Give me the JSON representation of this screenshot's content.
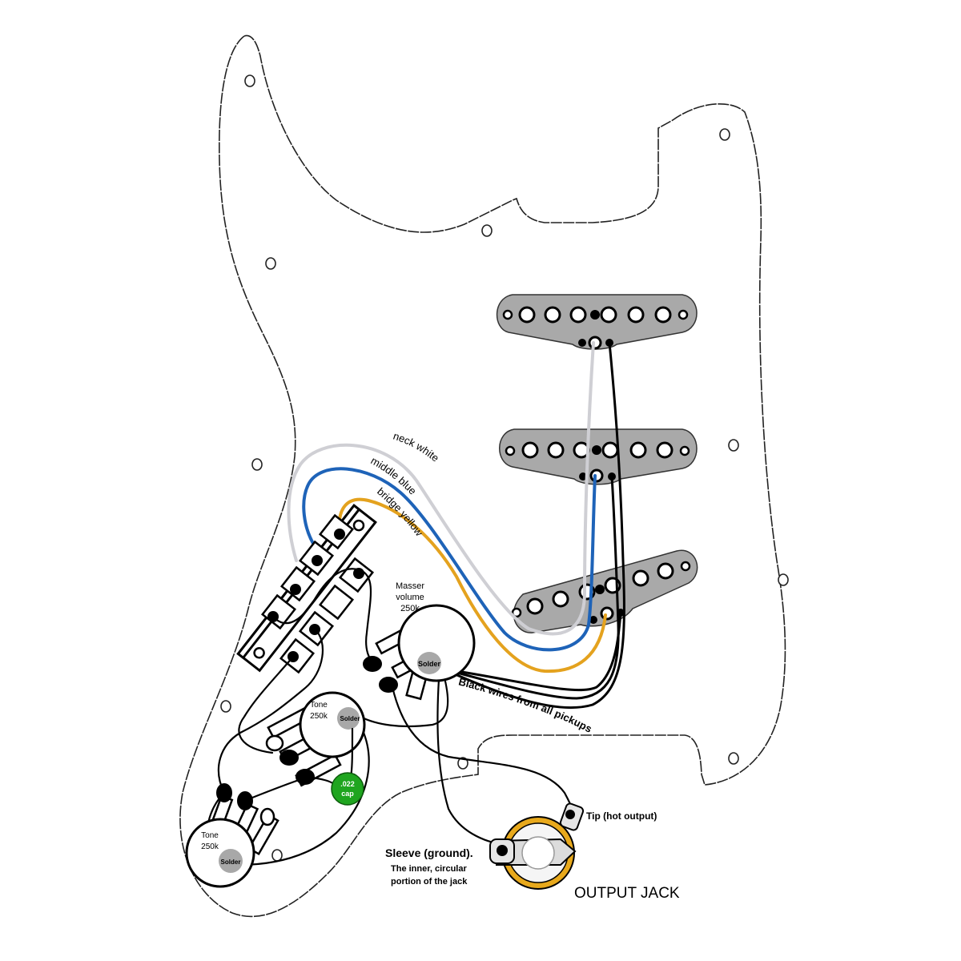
{
  "diagram": {
    "subject": "Stratocaster-style pickguard wiring",
    "wire_labels": {
      "neck": "neck white",
      "middle": "middle blue",
      "bridge": "bridge yellow"
    },
    "wire_colors": {
      "neck": "#cfcfd4",
      "middle": "#1e63b8",
      "bridge": "#e4a21e",
      "ground": "#000000"
    },
    "pickups": [
      {
        "name": "neck",
        "poles": 6
      },
      {
        "name": "middle",
        "poles": 6
      },
      {
        "name": "bridge",
        "poles": 6
      }
    ],
    "master_volume": {
      "line1": "Masser",
      "line2": "volume",
      "line3": "250k",
      "solder": "Solder"
    },
    "tone_1": {
      "line1": "Tone",
      "line2": "250k",
      "solder": "Solder"
    },
    "tone_2": {
      "line1": "Tone",
      "line2": "250k",
      "solder": "Solder"
    },
    "capacitor": {
      "line1": ".022",
      "line2": "cap",
      "color": "#1fa51f"
    },
    "black_wires_label": "Black wires from all pickups",
    "jack": {
      "tip_label": "Tip (hot output)",
      "sleeve_label": "Sleeve (ground).",
      "sleeve_note_1": "The inner, circular",
      "sleeve_note_2": "portion of the jack",
      "title": "OUTPUT JACK",
      "ring_color": "#e8a91c"
    }
  }
}
